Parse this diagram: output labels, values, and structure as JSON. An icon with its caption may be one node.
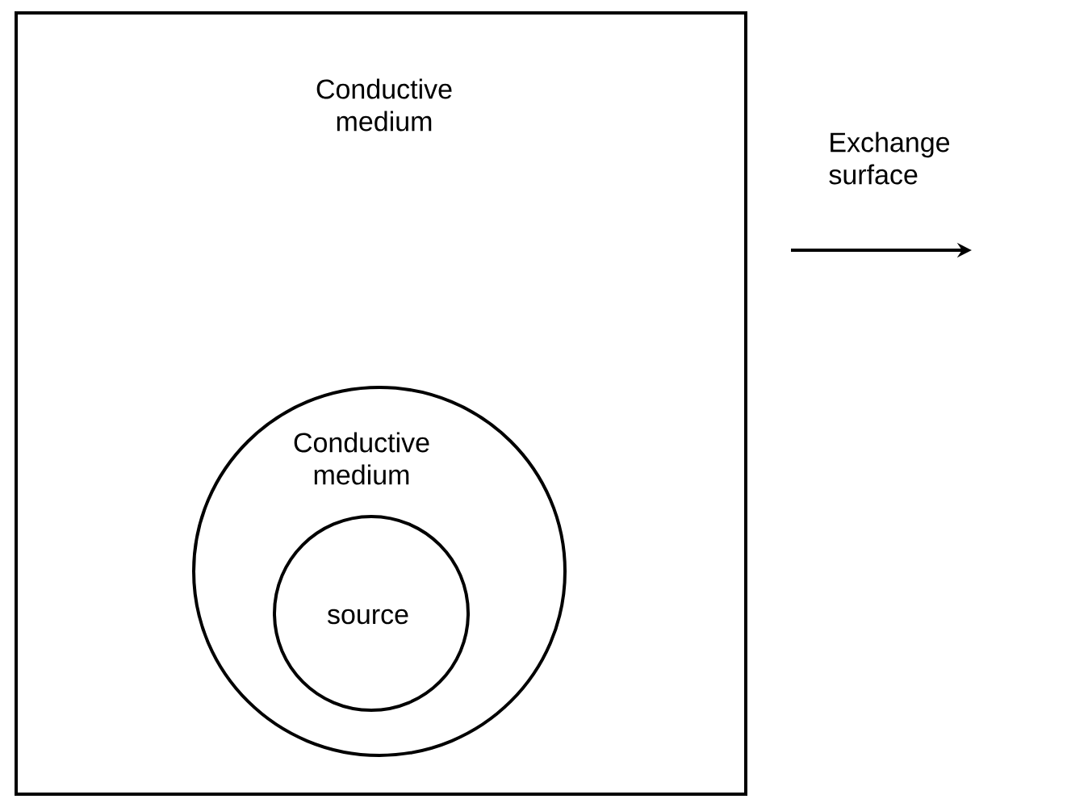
{
  "diagram": {
    "nodes": [
      {
        "text": [
          "Conductive medium"
        ]
      },
      {
        "text": [
          "Conductive medium"
        ],
        "in": 0
      },
      {
        "text": [
          "source"
        ],
        "in": 1
      }
    ],
    "labels": [
      "Exchange surface"
    ]
  }
}
